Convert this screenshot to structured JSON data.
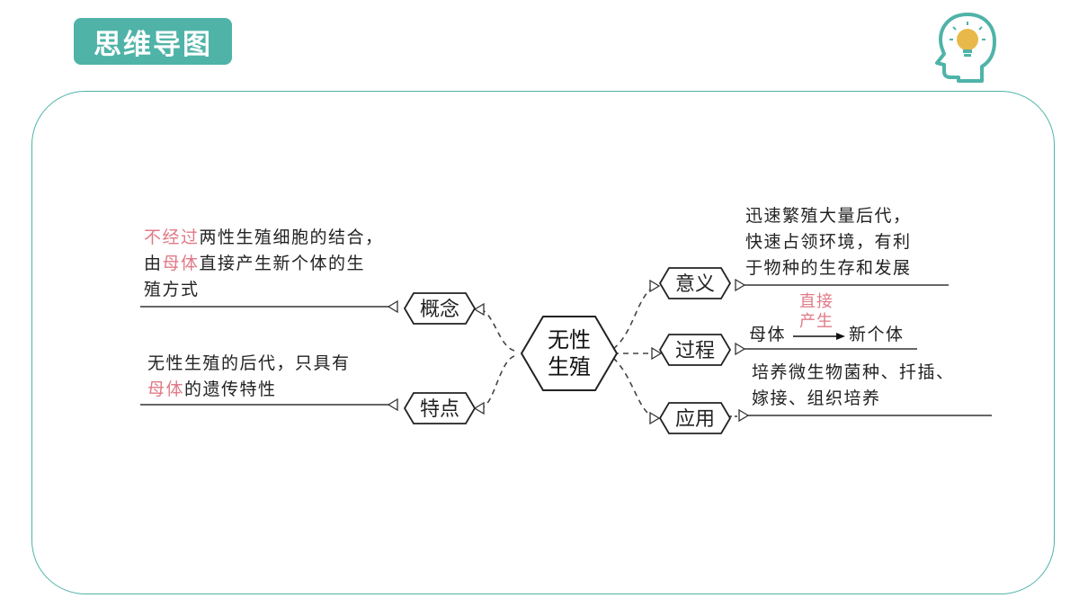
{
  "header": {
    "title": "思维导图"
  },
  "colors": {
    "accent": "#4fb3a8",
    "highlight": "#e07a86",
    "ink": "#222222"
  },
  "icons": {
    "header_icon": "head-lightbulb-icon"
  },
  "mindmap": {
    "center": {
      "line1": "无性",
      "line2": "生殖"
    },
    "branches": {
      "concept": {
        "label": "概念",
        "line1": {
          "hl": "不经过",
          "rest": "两性生殖细胞的结合，"
        },
        "line2": {
          "pre": "由",
          "hl": "母体",
          "rest": "直接产生新个体的生"
        },
        "line3": "殖方式"
      },
      "feature": {
        "label": "特点",
        "line1": "无性生殖的后代，只具有",
        "line2": {
          "hl": "母体",
          "rest": "的遗传特性"
        }
      },
      "meaning": {
        "label": "意义",
        "line1": "迅速繁殖大量后代，",
        "line2": "快速占领环境，有利",
        "line3": "于物种的生存和发展"
      },
      "process": {
        "label": "过程",
        "from": "母体",
        "to": "新个体",
        "arrow_top": "直接",
        "arrow_bottom": "产生"
      },
      "application": {
        "label": "应用",
        "line1": "培养微生物菌种、扦插、",
        "line2": "嫁接、组织培养"
      }
    }
  }
}
